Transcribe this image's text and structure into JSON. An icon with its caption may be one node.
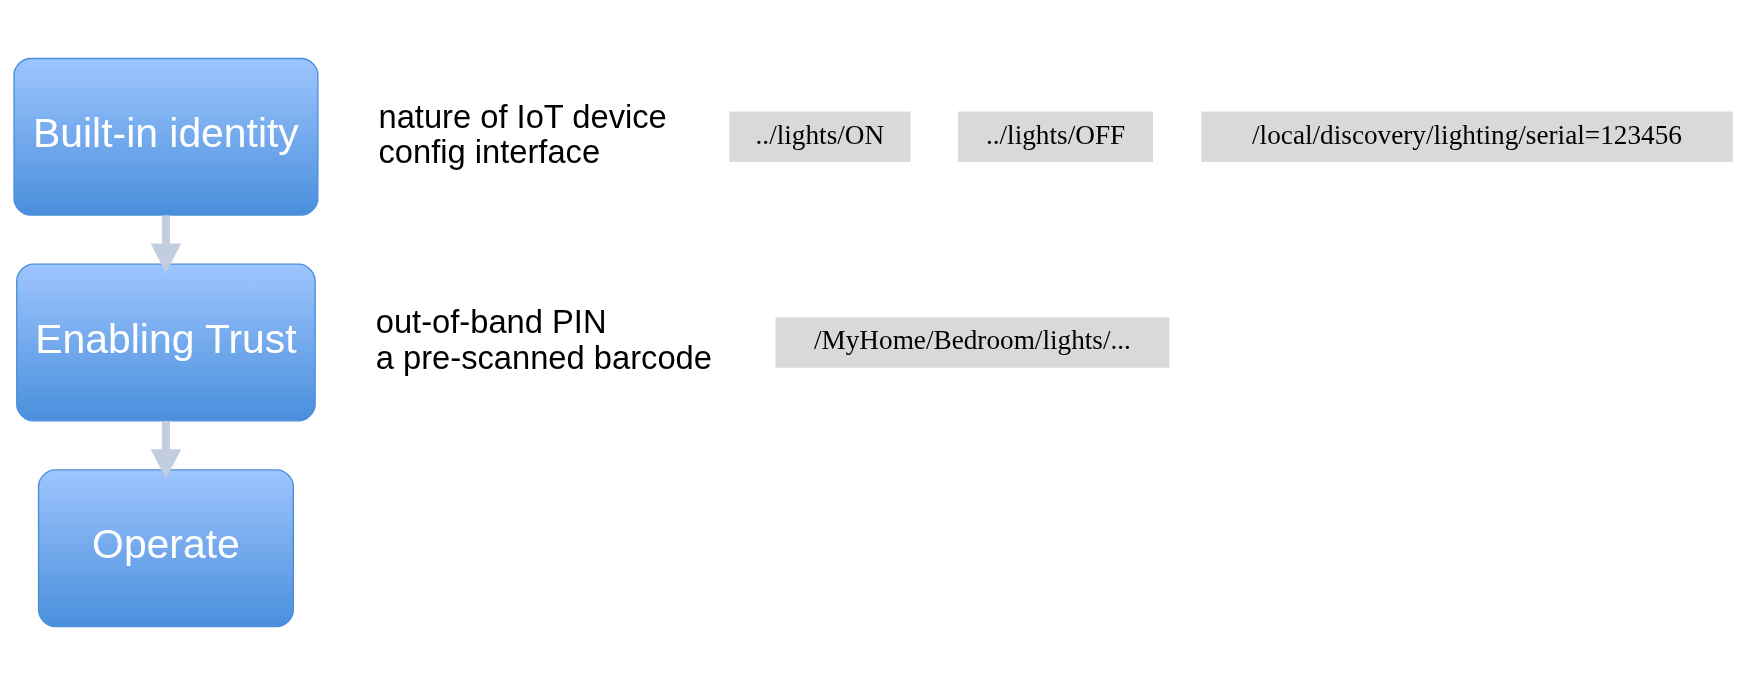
{
  "diagram": {
    "nodes": [
      {
        "text": [
          "Built-in identity"
        ],
        "beside": [
          "nature of IoT device",
          "config interface"
        ]
      },
      {
        "text": [
          "Enabling Trust"
        ],
        "beside": [
          "out-of-band PIN",
          "a pre-scanned barcode"
        ]
      },
      {
        "text": [
          "Operate"
        ]
      },
      {
        "text": [
          "../lights/ON"
        ]
      },
      {
        "text": [
          "../lights/OFF"
        ]
      },
      {
        "text": [
          "/local/discovery/lighting/serial=123456"
        ]
      },
      {
        "text": [
          "/MyHome/Bedroom/lights/..."
        ]
      }
    ],
    "edges": [
      {
        "from": 0,
        "to": 1,
        "arrow": "to"
      },
      {
        "from": 1,
        "to": 2,
        "arrow": "to"
      }
    ]
  }
}
